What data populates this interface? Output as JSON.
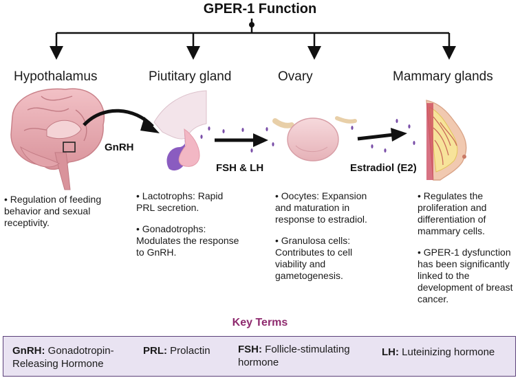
{
  "title": "GPER-1 Function",
  "organs": [
    {
      "name": "Hypothalamus"
    },
    {
      "name": "Piutitary gland"
    },
    {
      "name": "Ovary"
    },
    {
      "name": "Mammary glands"
    }
  ],
  "hormones": {
    "gnrh": "GnRH",
    "fsh_lh": "FSH & LH",
    "estradiol": "Estradiol (E2)"
  },
  "descriptions": {
    "hypothalamus": [
      "• Regulation of feeding behavior and sexual receptivity."
    ],
    "pituitary": [
      "• Lactotrophs: Rapid PRL secretion.",
      "• Gonadotrophs: Modulates the response to GnRH."
    ],
    "ovary": [
      "• Oocytes: Expansion and maturation in response to estradiol.",
      "• Granulosa cells: Contributes to cell viability and gametogenesis."
    ],
    "mammary": [
      "• Regulates the proliferation and differentiation of mammary cells.",
      "• GPER-1 dysfunction has been significantly linked to the development of breast cancer."
    ]
  },
  "key_terms": {
    "title": "Key Terms",
    "items": [
      {
        "term": "GnRH:",
        "definition": "Gonadotropin-Releasing Hormone"
      },
      {
        "term": "PRL:",
        "definition": "Prolactin"
      },
      {
        "term": "FSH:",
        "definition": "Follicle-stimulating hormone"
      },
      {
        "term": "LH:",
        "definition": "Luteinizing hormone"
      }
    ]
  },
  "colors": {
    "key_terms_title": "#8e2a6e",
    "key_terms_border": "#5a3f78",
    "key_terms_fill": "#e9e3f2",
    "brain": "#e8aeb4",
    "pituitary": "#8a5cc0",
    "ovary": "#f0cbd0",
    "breast": "#f1c9b0",
    "particles": "#7a4fa8"
  },
  "icons": [
    "brain-illustration",
    "pituitary-gland-illustration",
    "ovary-illustration",
    "breast-illustration"
  ]
}
